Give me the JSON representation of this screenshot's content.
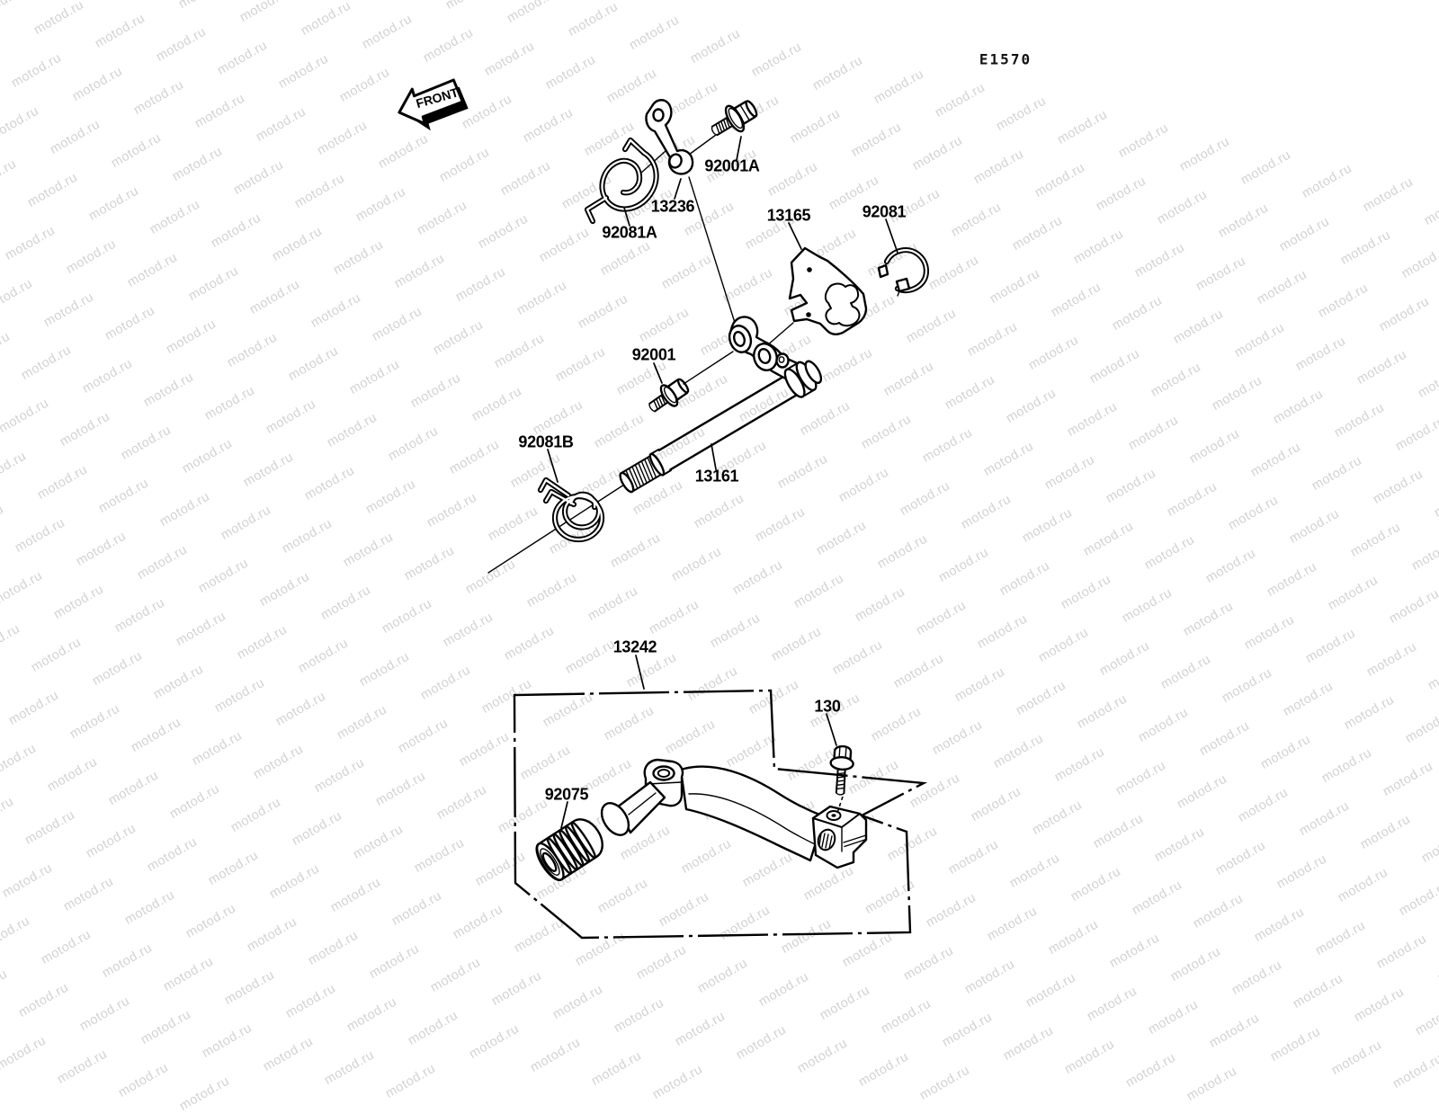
{
  "page": {
    "background_color": "#ffffff",
    "line_color": "#000000",
    "watermark": {
      "text": "motod.ru",
      "color": "#d2d2d2"
    }
  },
  "diagram": {
    "code": "E1570",
    "front_arrow_label": "FRONT",
    "part_labels": [
      {
        "ref": "92001A"
      },
      {
        "ref": "13236"
      },
      {
        "ref": "92081A"
      },
      {
        "ref": "13165"
      },
      {
        "ref": "92081"
      },
      {
        "ref": "92001"
      },
      {
        "ref": "92081B"
      },
      {
        "ref": "13161"
      },
      {
        "ref": "13242"
      },
      {
        "ref": "130"
      },
      {
        "ref": "92075"
      }
    ]
  }
}
